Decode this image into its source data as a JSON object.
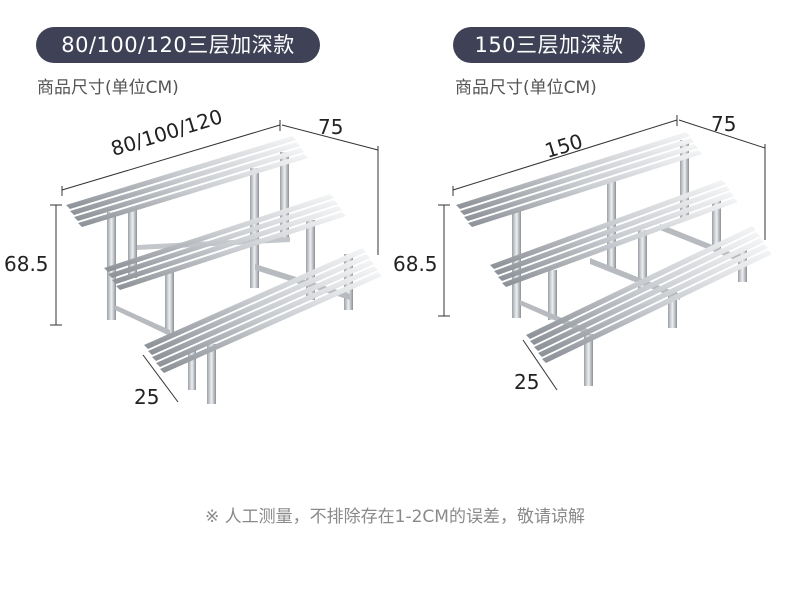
{
  "left": {
    "title": "80/100/120三层加深款",
    "subtitle": "商品尺寸(单位CM)",
    "width_label": "80/100/120",
    "depth_label": "75",
    "height_label": "68.5",
    "step_label": "25"
  },
  "right": {
    "title": "150三层加深款",
    "subtitle": "商品尺寸(单位CM)",
    "width_label": "150",
    "depth_label": "75",
    "height_label": "68.5",
    "step_label": "25"
  },
  "footer": "※ 人工测量，不排除存在1-2CM的误差，敬请谅解",
  "colors": {
    "pill_bg": "#3f4257",
    "metal_light": "#e6e8ea",
    "metal_dark": "#8b9096"
  }
}
